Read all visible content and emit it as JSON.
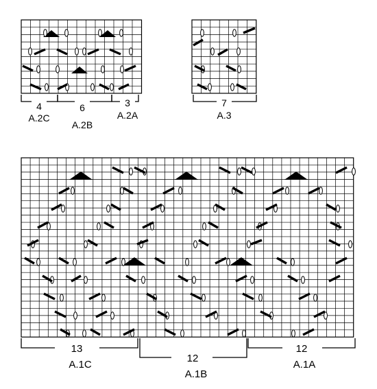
{
  "charts": {
    "a2": {
      "brackets": [
        {
          "number": "4",
          "name": "A.2C",
          "stitches": 4
        },
        {
          "number": "6",
          "name": "A.2B",
          "stitches": 6
        },
        {
          "number": "3",
          "name": "A.2A",
          "stitches": 3
        }
      ]
    },
    "a3": {
      "brackets": [
        {
          "number": "7",
          "name": "A.3",
          "stitches": 7
        }
      ]
    },
    "a1": {
      "brackets": [
        {
          "number": "13",
          "name": "A.1C",
          "stitches": 13
        },
        {
          "number": "12",
          "name": "A.1B",
          "stitches": 12
        },
        {
          "number": "12",
          "name": "A.1A",
          "stitches": 12
        }
      ]
    }
  },
  "symbols": {
    "cast_on_icon": "yarn-over-oval",
    "decrease_icon": "diagonal-bar",
    "triangle_icon": "double-decrease-triangle",
    "colors": {
      "grid": "#000000",
      "background": "#ffffff"
    }
  }
}
